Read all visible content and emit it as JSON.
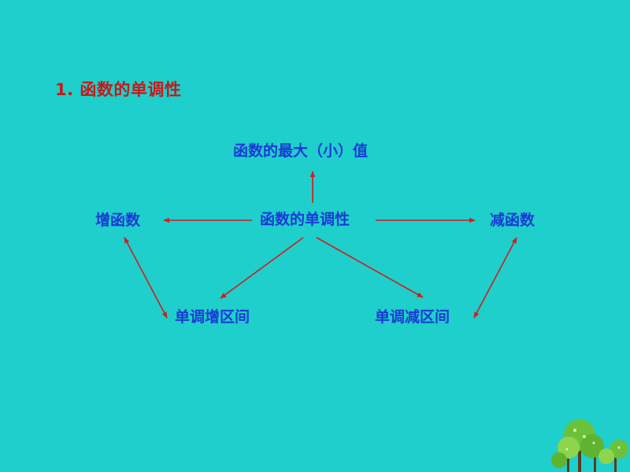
{
  "title": "1. 函数的单调性",
  "nodes": {
    "center": "函数的单调性",
    "top": "函数的最大（小）值",
    "left": "增函数",
    "right": "减函数",
    "bottom_left": "单调增区间",
    "bottom_right": "单调减区间"
  },
  "colors": {
    "background": "#1ecfcb",
    "title": "#c51a1a",
    "node_text": "#1a3ad6",
    "arrow": "#d41c1c"
  }
}
